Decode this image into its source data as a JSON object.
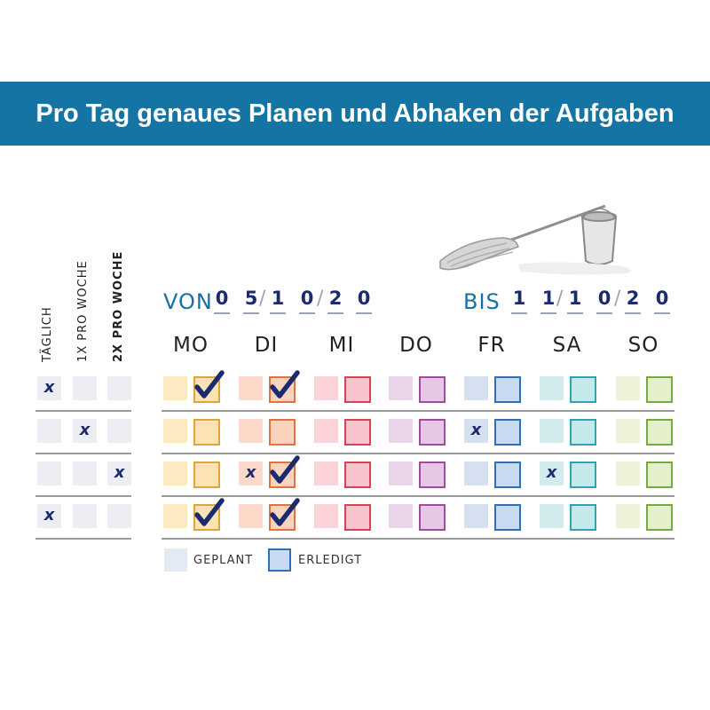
{
  "banner": {
    "title": "Pro Tag genaues Planen und Abhaken der Aufgaben"
  },
  "range": {
    "von_label": "VON",
    "von_digits": [
      "0",
      "5",
      "1",
      "0",
      "2",
      "0"
    ],
    "bis_label": "BIS",
    "bis_digits": [
      "1",
      "1",
      "1",
      "0",
      "2",
      "0"
    ],
    "slash": "/"
  },
  "frequency": {
    "headers": [
      "TÄGLICH",
      "1X PRO WOCHE",
      "2X PRO WOCHE"
    ],
    "rows": [
      [
        true,
        false,
        false
      ],
      [
        false,
        true,
        false
      ],
      [
        false,
        false,
        true
      ],
      [
        true,
        false,
        false
      ]
    ],
    "mark": "x"
  },
  "days": {
    "labels": [
      "MO",
      "DI",
      "MI",
      "DO",
      "FR",
      "SA",
      "SO"
    ],
    "colors": [
      {
        "plan": "#fde9c2",
        "done": "#fce3b4",
        "border": "#e8a23c"
      },
      {
        "plan": "#fcd8c8",
        "done": "#fbd2bd",
        "border": "#e0743b"
      },
      {
        "plan": "#fbd3d8",
        "done": "#f8c4cb",
        "border": "#d74356"
      },
      {
        "plan": "#ead5ea",
        "done": "#e4c8e4",
        "border": "#a24a9d"
      },
      {
        "plan": "#d5e0f1",
        "done": "#c9dbf1",
        "border": "#2f70b5"
      },
      {
        "plan": "#d2ecee",
        "done": "#c4e8eb",
        "border": "#2fa3ae"
      },
      {
        "plan": "#edf2d8",
        "done": "#e6efcc",
        "border": "#76ab3e"
      }
    ]
  },
  "grid": {
    "rows": [
      {
        "planned": [
          false,
          false,
          false,
          false,
          false,
          false,
          false
        ],
        "done": [
          true,
          true,
          false,
          false,
          false,
          false,
          false
        ]
      },
      {
        "planned": [
          false,
          false,
          false,
          false,
          true,
          false,
          false
        ],
        "done": [
          false,
          false,
          false,
          false,
          false,
          false,
          false
        ]
      },
      {
        "planned": [
          false,
          true,
          false,
          false,
          false,
          true,
          false
        ],
        "done": [
          false,
          true,
          false,
          false,
          false,
          false,
          false
        ]
      },
      {
        "planned": [
          false,
          false,
          false,
          false,
          false,
          false,
          false
        ],
        "done": [
          true,
          true,
          false,
          false,
          false,
          false,
          false
        ]
      }
    ]
  },
  "legend": {
    "planned": "GEPLANT",
    "done": "ERLEDIGT"
  }
}
